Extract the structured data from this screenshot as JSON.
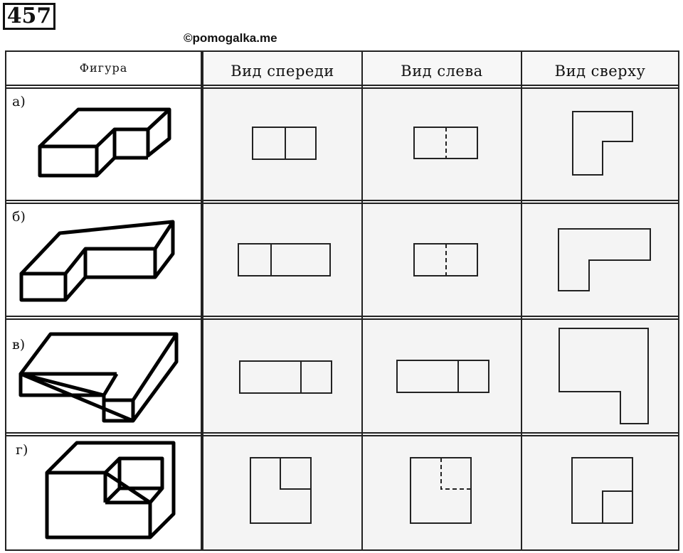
{
  "problem_number": "457",
  "watermark": "©pomogalka.me",
  "table": {
    "headers": {
      "figure": "Фигура",
      "front": "Вид спереди",
      "left": "Вид слева",
      "top": "Вид сверху"
    },
    "rows": [
      {
        "label": "а)"
      },
      {
        "label": "б)"
      },
      {
        "label": "в)"
      },
      {
        "label": "г)"
      }
    ]
  },
  "icons": {
    "figure_a": "l-shaped-block-figure-icon",
    "figure_b": "l-shaped-block-figure-icon",
    "figure_c": "j-shaped-block-figure-icon",
    "figure_d": "cube-with-notch-figure-icon"
  },
  "colors": {
    "line": "#111111",
    "cell_background": "#f4f4f4",
    "header_background": "#f7f7f7"
  }
}
